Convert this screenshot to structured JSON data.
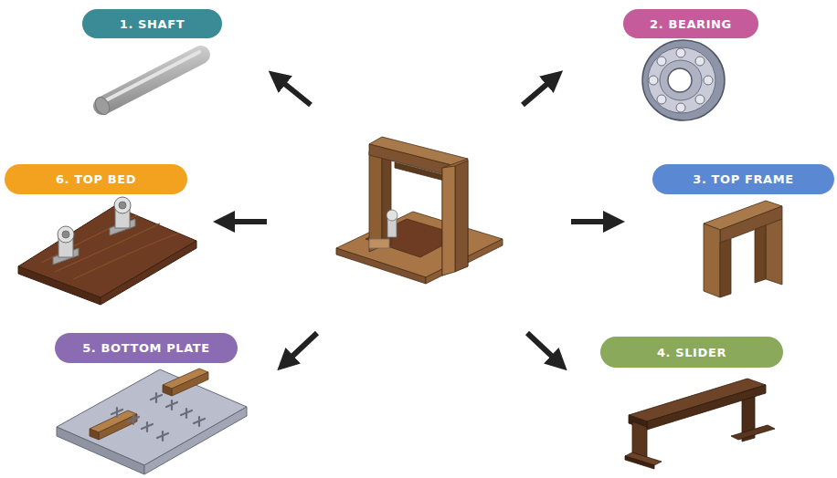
{
  "diagram": {
    "nodes": [
      {
        "text": [
          "1. SHAFT"
        ]
      },
      {
        "text": [
          "2. BEARING"
        ]
      },
      {
        "text": [
          "6. TOP BED"
        ]
      },
      {
        "text": [
          "3. TOP FRAME"
        ]
      },
      {
        "text": [
          "5. BOTTOM PLATE"
        ]
      },
      {
        "text": [
          "4. SLIDER"
        ]
      }
    ]
  }
}
